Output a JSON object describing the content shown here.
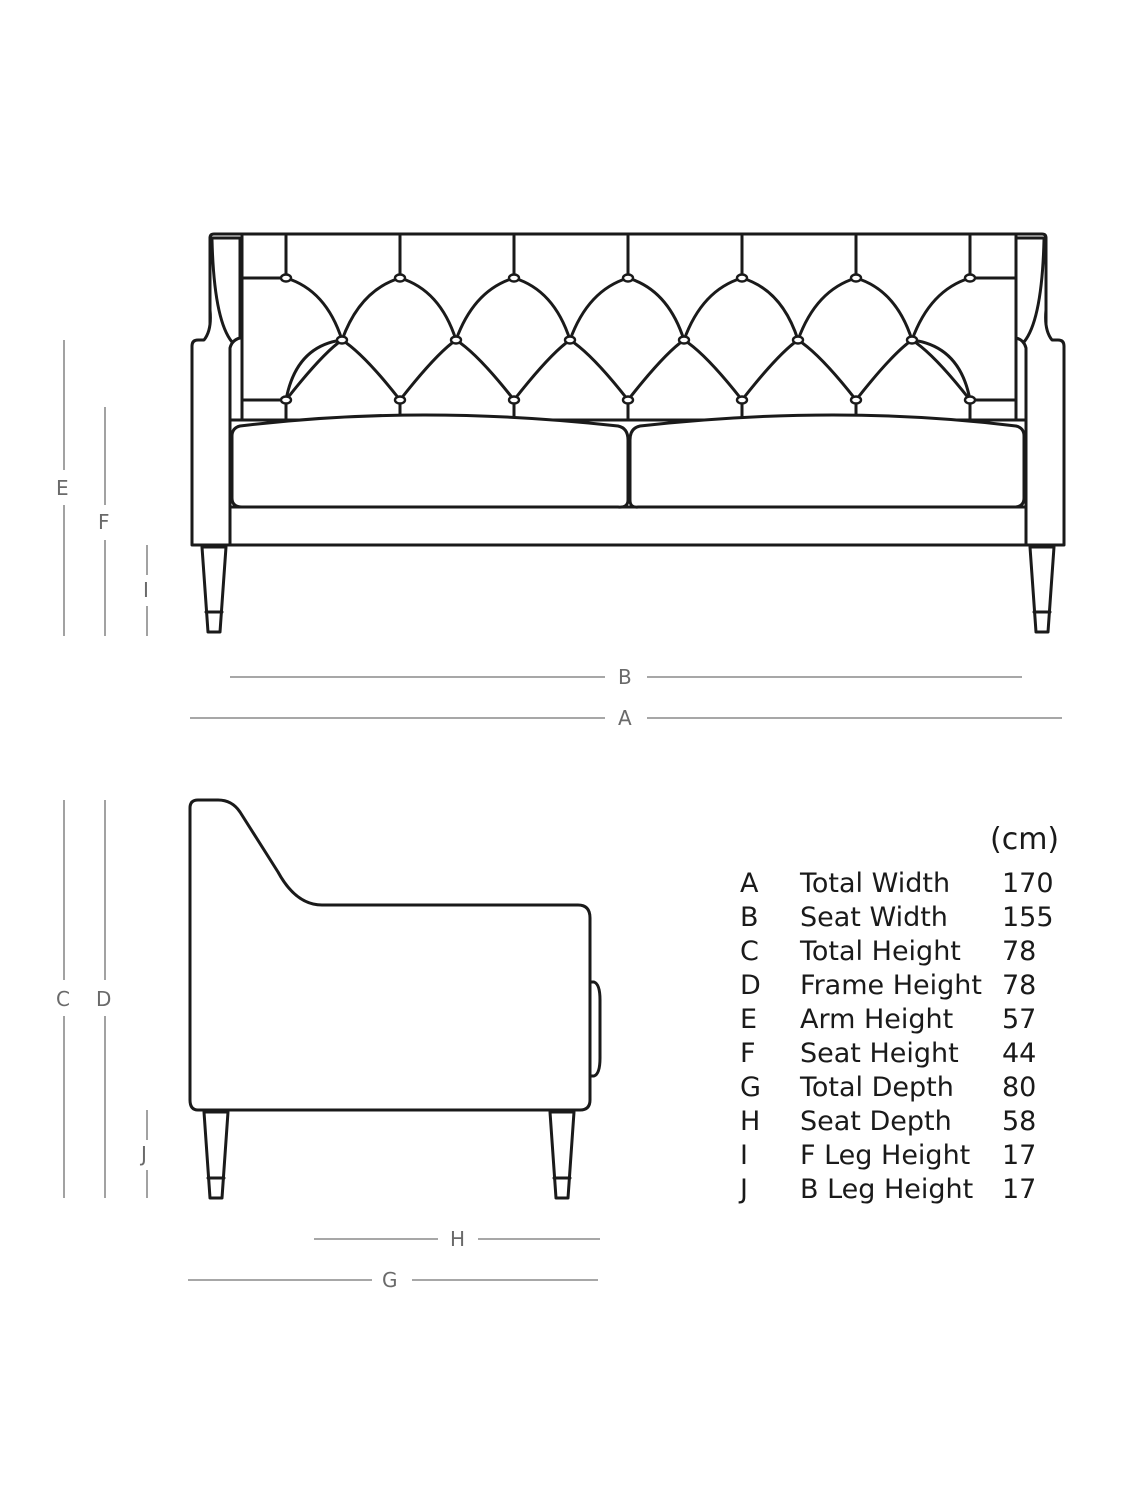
{
  "front_view": {
    "dimension_labels": {
      "arm_height": "E",
      "seat_height": "F",
      "front_leg_height": "I",
      "seat_width": "B",
      "total_width": "A"
    }
  },
  "side_view": {
    "dimension_labels": {
      "total_height": "C",
      "frame_height": "D",
      "back_leg_height": "J",
      "seat_depth": "H",
      "total_depth": "G"
    }
  },
  "specs": {
    "unit": "(cm)",
    "rows": [
      {
        "letter": "A",
        "name": "Total Width",
        "value": "170"
      },
      {
        "letter": "B",
        "name": "Seat Width",
        "value": "155"
      },
      {
        "letter": "C",
        "name": "Total Height",
        "value": "78"
      },
      {
        "letter": "D",
        "name": "Frame Height",
        "value": "78"
      },
      {
        "letter": "E",
        "name": "Arm Height",
        "value": "57"
      },
      {
        "letter": "F",
        "name": "Seat Height",
        "value": "44"
      },
      {
        "letter": "G",
        "name": "Total Depth",
        "value": "80"
      },
      {
        "letter": "H",
        "name": "Seat Depth",
        "value": "58"
      },
      {
        "letter": "I",
        "name": "F Leg Height",
        "value": "17"
      },
      {
        "letter": "J",
        "name": "B Leg Height",
        "value": "17"
      }
    ]
  }
}
